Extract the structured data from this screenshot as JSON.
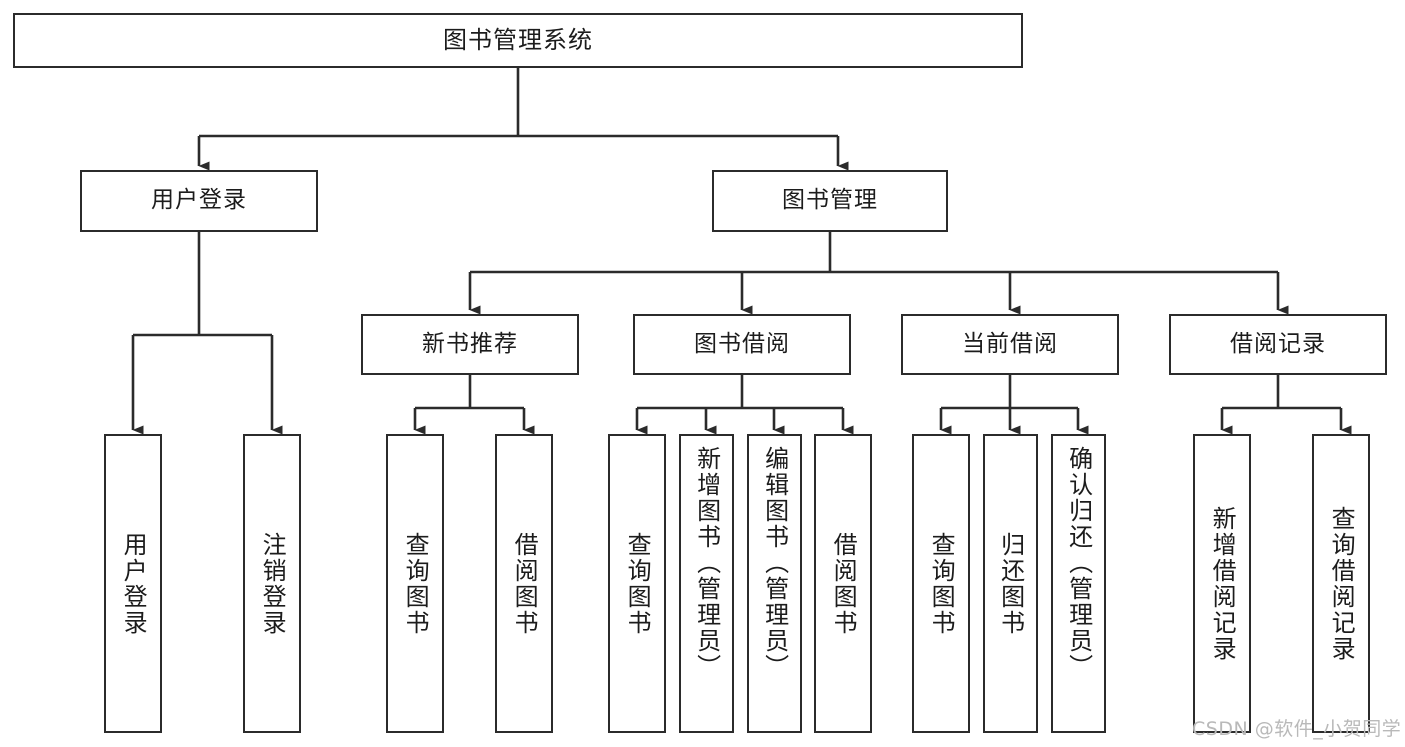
{
  "diagram": {
    "title": "图书管理系统",
    "root": {
      "label": "图书管理系统"
    },
    "level1": [
      {
        "label": "用户登录"
      },
      {
        "label": "图书管理"
      }
    ],
    "level2": [
      {
        "label": "新书推荐"
      },
      {
        "label": "图书借阅"
      },
      {
        "label": "当前借阅"
      },
      {
        "label": "借阅记录"
      }
    ],
    "leaves": {
      "user_login": [
        {
          "label": "用户登录"
        },
        {
          "label": "注销登录"
        }
      ],
      "new_book_recommend": [
        {
          "label": "查询图书"
        },
        {
          "label": "借阅图书"
        }
      ],
      "book_borrow": [
        {
          "label": "查询图书"
        },
        {
          "label": "新增图书（管理员）"
        },
        {
          "label": "编辑图书（管理员）"
        },
        {
          "label": "借阅图书"
        }
      ],
      "current_borrow": [
        {
          "label": "查询图书"
        },
        {
          "label": "归还图书"
        },
        {
          "label": "确认归还（管理员）"
        }
      ],
      "borrow_record": [
        {
          "label": "新增借阅记录"
        },
        {
          "label": "查询借阅记录"
        }
      ]
    }
  },
  "watermark": {
    "text": "CSDN @软件_小贺同学"
  },
  "colors": {
    "stroke": "#2b2b2b",
    "background": "#ffffff",
    "text": "#1c1c1c",
    "watermark": "#b9b9b9"
  }
}
